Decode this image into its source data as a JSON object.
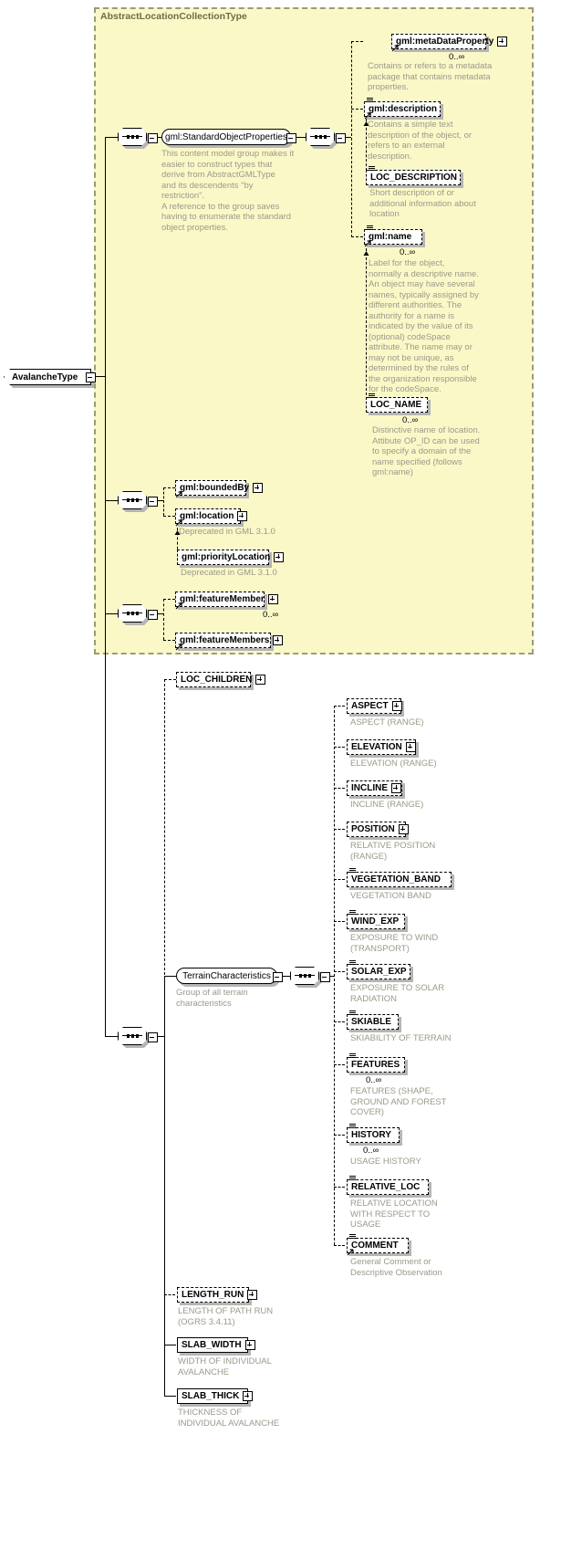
{
  "diagram": {
    "type": "xsd-schema-tree",
    "root_type": "AvalancheType",
    "inherited_region_label": "AbstractLocationCollectionType"
  },
  "root": {
    "label": "AvalancheType"
  },
  "groups": {
    "standard_object_properties": {
      "label": "gml:StandardObjectProperties",
      "doc": "This content model group makes it\neasier to construct types that\n     derive from AbstractGMLType\nand its descendents \"by restriction\".\n     A reference to the group saves\nhaving to enumerate the standard\nobject properties."
    },
    "terrain_characteristics": {
      "label": "TerrainCharacteristics",
      "doc": "Group of all terrain\ncharacteristics"
    }
  },
  "nodes": {
    "metaDataProperty": {
      "label": "gml:metaDataProperty",
      "mult": "0..∞",
      "doc": "Contains or refers to a metadata\npackage that contains metadata\nproperties.",
      "optional": true,
      "expandable": true,
      "simple": false,
      "ref": true
    },
    "description": {
      "label": "gml:description",
      "mult": "",
      "doc": "Contains a simple text\ndescription of the object, or\nrefers to an external\ndescription.",
      "optional": true,
      "expandable": false,
      "simple": true,
      "ref": true
    },
    "loc_description": {
      "label": "LOC_DESCRIPTION",
      "mult": "",
      "doc": "Short description of or\nadditional information about\nlocation",
      "optional": true,
      "expandable": false,
      "simple": true,
      "ref": false
    },
    "name": {
      "label": "gml:name",
      "mult": "0..∞",
      "doc": "Label for the object,\nnormally a descriptive name.\nAn object may have several\nnames, typically assigned by\ndifferent authorities.  The\nauthority for a name is\nindicated by the value of its\n(optional) codeSpace\nattribute.  The name may or\nmay not be unique, as\ndetermined by the rules of\nthe organization responsible\nfor the codeSpace.",
      "optional": true,
      "expandable": false,
      "simple": true,
      "ref": true
    },
    "loc_name": {
      "label": "LOC_NAME",
      "mult": "0..∞",
      "doc": "Distinctive name of location.\nAttibute OP_ID can be used\nto specify a domain of the\nname specified (follows\ngml:name)",
      "optional": true,
      "expandable": false,
      "simple": true,
      "ref": false
    },
    "boundedBy": {
      "label": "gml:boundedBy",
      "mult": "",
      "doc": "",
      "optional": true,
      "expandable": true,
      "simple": false,
      "ref": true
    },
    "location": {
      "label": "gml:location",
      "mult": "",
      "doc": "Deprecated in GML 3.1.0",
      "optional": true,
      "expandable": true,
      "simple": false,
      "ref": true
    },
    "priorityLocation": {
      "label": "gml:priorityLocation",
      "mult": "",
      "doc": "Deprecated in GML 3.1.0",
      "optional": true,
      "expandable": true,
      "simple": false,
      "ref": false
    },
    "featureMember": {
      "label": "gml:featureMember",
      "mult": "0..∞",
      "doc": "",
      "optional": true,
      "expandable": true,
      "simple": false,
      "ref": true
    },
    "featureMembers": {
      "label": "gml:featureMembers",
      "mult": "",
      "doc": "",
      "optional": true,
      "expandable": true,
      "simple": false,
      "ref": true
    },
    "loc_children": {
      "label": "LOC_CHILDREN",
      "mult": "",
      "doc": "",
      "optional": true,
      "expandable": true,
      "simple": false,
      "ref": false
    },
    "aspect": {
      "label": "ASPECT",
      "mult": "",
      "doc": "ASPECT (RANGE)",
      "optional": true,
      "expandable": true,
      "simple": false,
      "ref": false
    },
    "elevation": {
      "label": "ELEVATION",
      "mult": "",
      "doc": "ELEVATION (RANGE)",
      "optional": true,
      "expandable": true,
      "simple": false,
      "ref": false
    },
    "incline": {
      "label": "INCLINE",
      "mult": "",
      "doc": "INCLINE (RANGE)",
      "optional": true,
      "expandable": true,
      "simple": false,
      "ref": false
    },
    "position": {
      "label": "POSITION",
      "mult": "",
      "doc": "RELATIVE POSITION\n(RANGE)",
      "optional": true,
      "expandable": true,
      "simple": false,
      "ref": false
    },
    "vegetation_band": {
      "label": "VEGETATION_BAND",
      "mult": "",
      "doc": "VEGETATION BAND",
      "optional": true,
      "expandable": false,
      "simple": true,
      "ref": false
    },
    "wind_exp": {
      "label": "WIND_EXP",
      "mult": "",
      "doc": "EXPOSURE TO WIND\n(TRANSPORT)",
      "optional": true,
      "expandable": false,
      "simple": true,
      "ref": false
    },
    "solar_exp": {
      "label": "SOLAR_EXP",
      "mult": "",
      "doc": "EXPOSURE TO SOLAR\nRADIATION",
      "optional": true,
      "expandable": false,
      "simple": true,
      "ref": false
    },
    "skiable": {
      "label": "SKIABLE",
      "mult": "",
      "doc": "SKIABILITY OF TERRAIN",
      "optional": true,
      "expandable": false,
      "simple": true,
      "ref": false
    },
    "features": {
      "label": "FEATURES",
      "mult": "0..∞",
      "doc": "FEATURES (SHAPE,\nGROUND AND FOREST\nCOVER)",
      "optional": true,
      "expandable": false,
      "simple": true,
      "ref": false
    },
    "history": {
      "label": "HISTORY",
      "mult": "0..∞",
      "doc": "USAGE HISTORY",
      "optional": true,
      "expandable": false,
      "simple": true,
      "ref": false
    },
    "relative_loc": {
      "label": "RELATIVE_LOC",
      "mult": "",
      "doc": "RELATIVE LOCATION\nWITH RESPECT TO\nUSAGE",
      "optional": true,
      "expandable": false,
      "simple": true,
      "ref": false
    },
    "comment": {
      "label": "COMMENT",
      "mult": "",
      "doc": "General Comment or\nDescriptive Observation",
      "optional": true,
      "expandable": false,
      "simple": true,
      "ref": true
    },
    "length_run": {
      "label": "LENGTH_RUN",
      "mult": "",
      "doc": "LENGTH OF PATH RUN\n(OGRS 3.4.11)",
      "optional": true,
      "expandable": true,
      "simple": false,
      "ref": false
    },
    "slab_width": {
      "label": "SLAB_WIDTH",
      "mult": "",
      "doc": "WIDTH OF INDIVIDUAL\nAVALANCHE",
      "optional": false,
      "expandable": true,
      "simple": false,
      "ref": false
    },
    "slab_thick": {
      "label": "SLAB_THICK",
      "mult": "",
      "doc": "THICKNESS OF\nINDIVIDUAL AVALANCHE",
      "optional": false,
      "expandable": true,
      "simple": false,
      "ref": false
    }
  },
  "colors": {
    "inherited_fill": "#fbf8c8",
    "inherited_border": "#9b9b7a",
    "doc_text": "#9a9a8a",
    "shadow": "#b5b5b5",
    "line": "#000000"
  }
}
